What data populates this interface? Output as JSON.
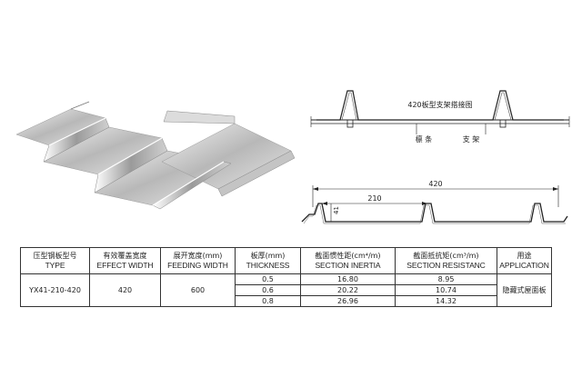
{
  "install_diagram": {
    "title": "420板型支架搭接图",
    "label_purlin": "檩 条",
    "label_bracket": "支 架"
  },
  "profile_diagram": {
    "overall_width": "420",
    "rib_spacing": "210",
    "height": "41"
  },
  "table": {
    "headers": [
      {
        "cn": "压型钢板型号",
        "en": "TYPE"
      },
      {
        "cn": "有效覆盖宽度",
        "en": "EFFECT WIDTH"
      },
      {
        "cn": "展开宽度(mm)",
        "en": "FEEDING WIDTH"
      },
      {
        "cn": "板厚(mm)",
        "en": "THICKNESS"
      },
      {
        "cn": "截面惯性距(cm⁴/m)",
        "en": "SECTION INERTIA"
      },
      {
        "cn": "截面抵抗矩(cm³/m)",
        "en": "SECTION RESISTANC"
      },
      {
        "cn": "用途",
        "en": "APPLICATION"
      }
    ],
    "type": "YX41-210-420",
    "effect_width": "420",
    "feeding_width": "600",
    "application": "隐藏式屋面板",
    "rows": [
      {
        "thickness": "0.5",
        "inertia": "16.80",
        "resistance": "8.95"
      },
      {
        "thickness": "0.6",
        "inertia": "20.22",
        "resistance": "10.74"
      },
      {
        "thickness": "0.8",
        "inertia": "26.96",
        "resistance": "14.32"
      }
    ]
  }
}
